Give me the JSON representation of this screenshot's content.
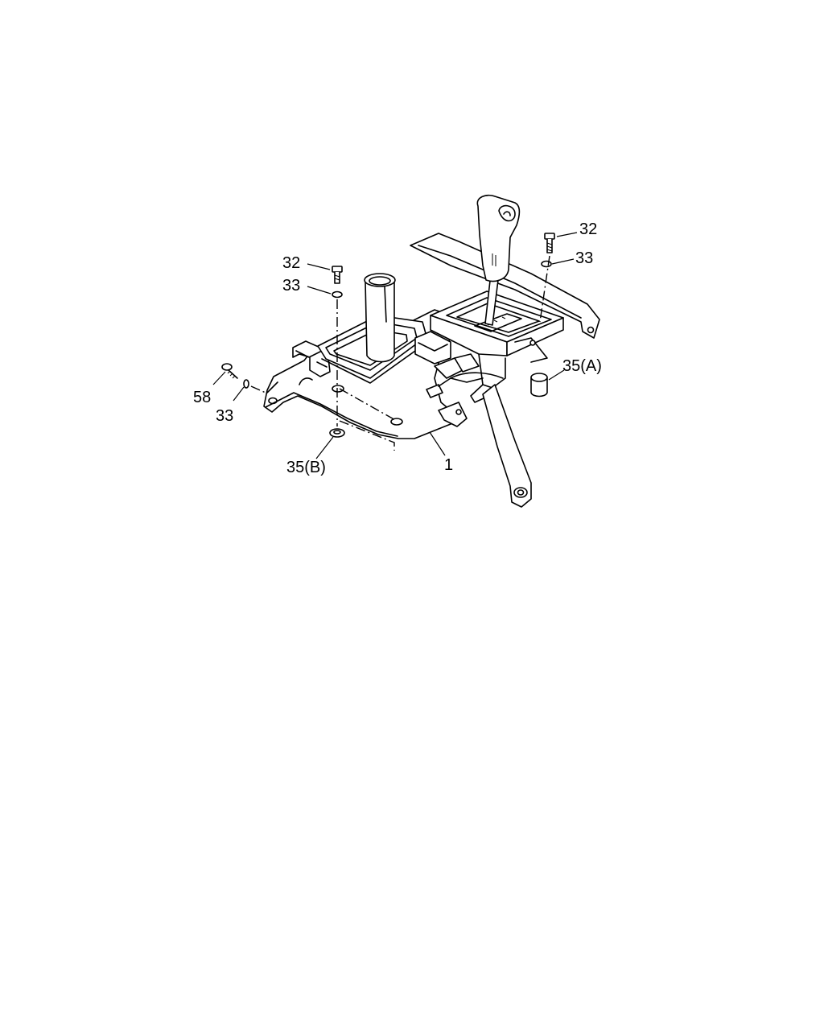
{
  "labels": {
    "part_32_left": "32",
    "part_33_left": "33",
    "part_58": "58",
    "part_33_lower": "33",
    "part_35b": "35(B)",
    "part_1": "1",
    "part_32_right": "32",
    "part_33_right": "33",
    "part_35a": "35(A)"
  }
}
